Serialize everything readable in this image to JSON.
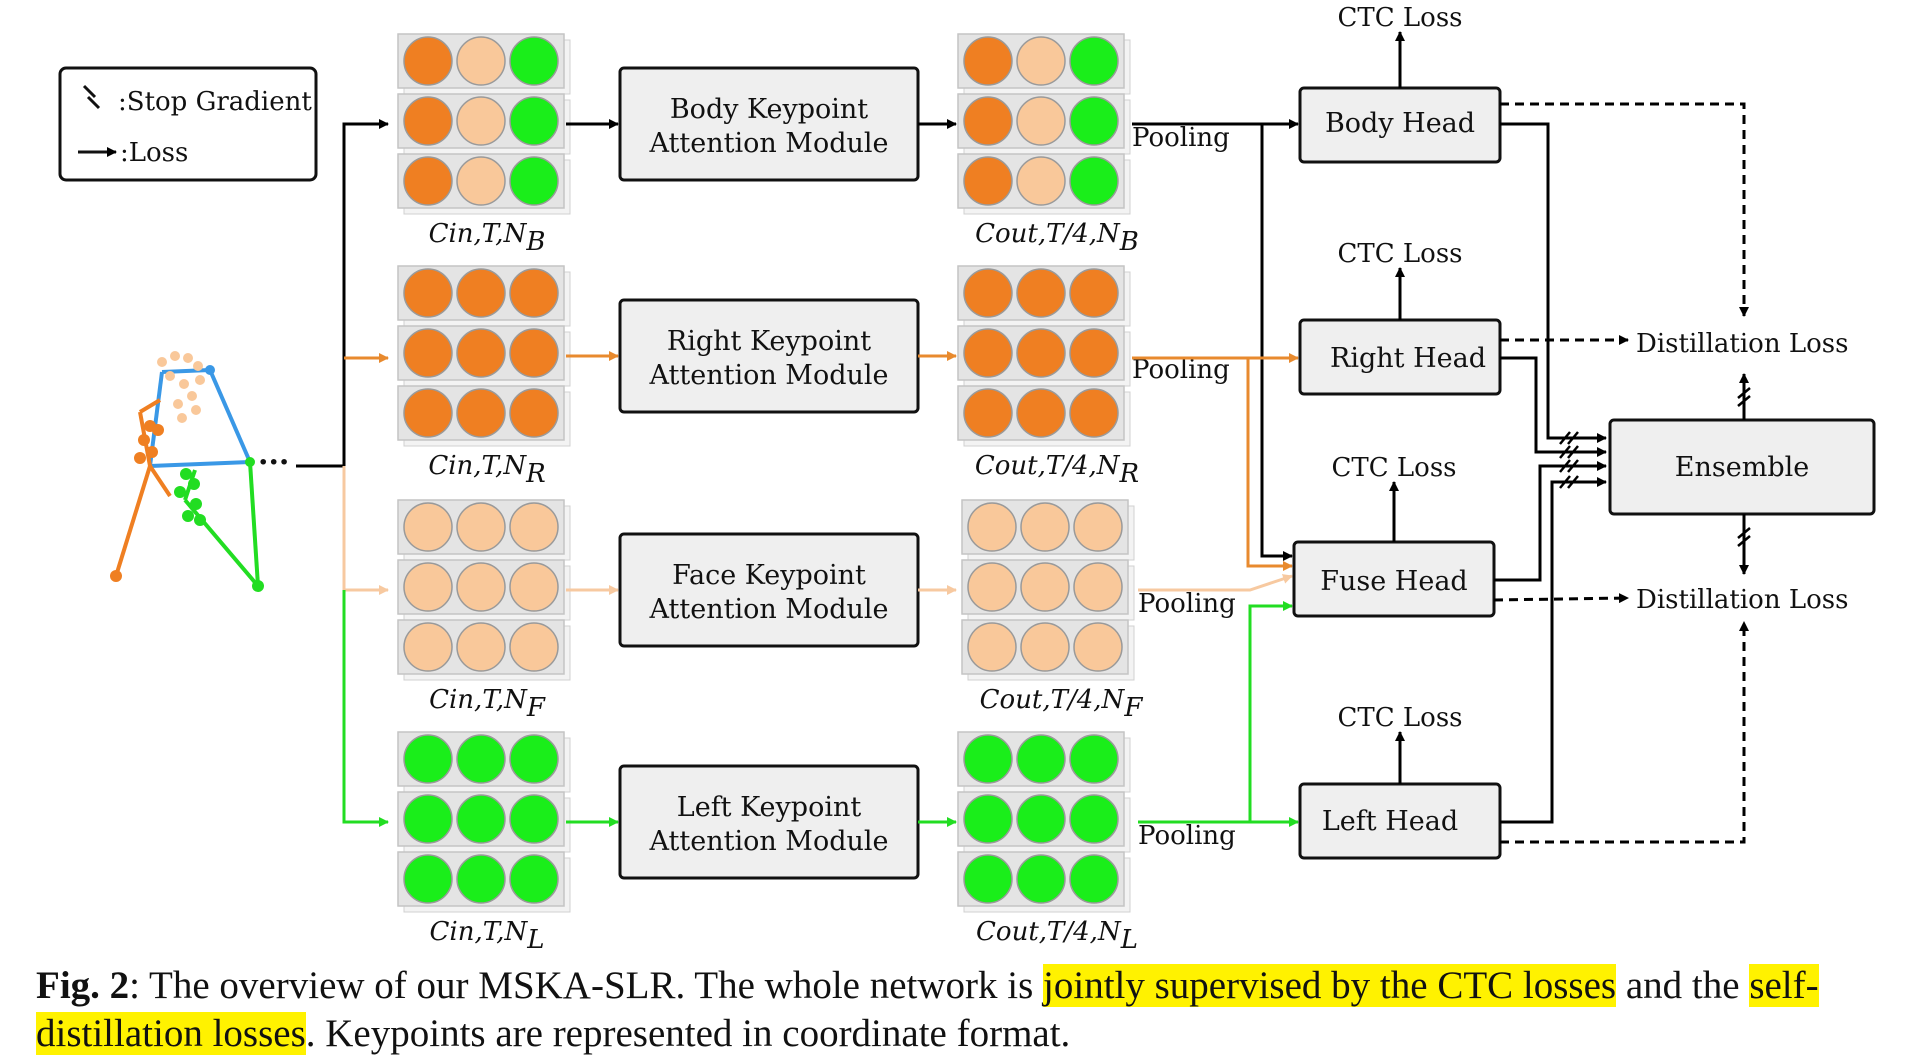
{
  "legend": {
    "stop_gradient": ":Stop Gradient",
    "loss": ":Loss"
  },
  "streams": [
    {
      "id": "body",
      "module_line1": "Body Keypoint",
      "module_line2": "Attention Module",
      "in_main": "Cin,T,N",
      "in_sub": "B",
      "out_main": "Cout,T/4,N",
      "out_sub": "B",
      "dot_colors": [
        "#ef7f22",
        "#f9c89a",
        "#1aee1a"
      ],
      "line_color": "#000000",
      "pooling": "Pooling"
    },
    {
      "id": "right",
      "module_line1": "Right Keypoint",
      "module_line2": "Attention Module",
      "in_main": "Cin,T,N",
      "in_sub": "R",
      "out_main": "Cout,T/4,N",
      "out_sub": "R",
      "dot_colors": [
        "#ef7f22",
        "#ef7f22",
        "#ef7f22"
      ],
      "line_color": "#e88a2e",
      "pooling": "Pooling"
    },
    {
      "id": "face",
      "module_line1": "Face Keypoint",
      "module_line2": "Attention Module",
      "in_main": "Cin,T,N",
      "in_sub": "F",
      "out_main": "Cout,T/4,N",
      "out_sub": "F",
      "dot_colors": [
        "#f9c89a",
        "#f9c89a",
        "#f9c89a"
      ],
      "line_color": "#f7c9a0",
      "pooling": "Pooling"
    },
    {
      "id": "left",
      "module_line1": "Left  Keypoint",
      "module_line2": "Attention Module",
      "in_main": "Cin,T,N",
      "in_sub": "L",
      "out_main": "Cout,T/4,N",
      "out_sub": "L",
      "dot_colors": [
        "#1aee1a",
        "#1aee1a",
        "#1aee1a"
      ],
      "line_color": "#22dd22",
      "pooling": "Pooling"
    }
  ],
  "heads": {
    "body": "Body Head",
    "right": "Right Head",
    "fuse": "Fuse Head",
    "left": "Left Head"
  },
  "ctc_loss": "CTC Loss",
  "ensemble": "Ensemble",
  "distillation_loss": "Distillation Loss",
  "skeleton_ellipsis": "···",
  "caption": {
    "fig_label": "Fig. 2",
    "part1": ": The overview of our MSKA-SLR. The whole network is ",
    "highlight1": "jointly supervised by the CTC losses",
    "part2": " and the ",
    "highlight2": "self-distillation losses",
    "part3": ". Keypoints are represented in coordinate format."
  },
  "colors": {
    "box_fill": "#efefef",
    "grid_fill": "#e4e4e4",
    "orange": "#ef7f22",
    "peach": "#f9c89a",
    "green": "#1aee1a",
    "blue": "#3a98e6",
    "highlight": "#fff200"
  }
}
